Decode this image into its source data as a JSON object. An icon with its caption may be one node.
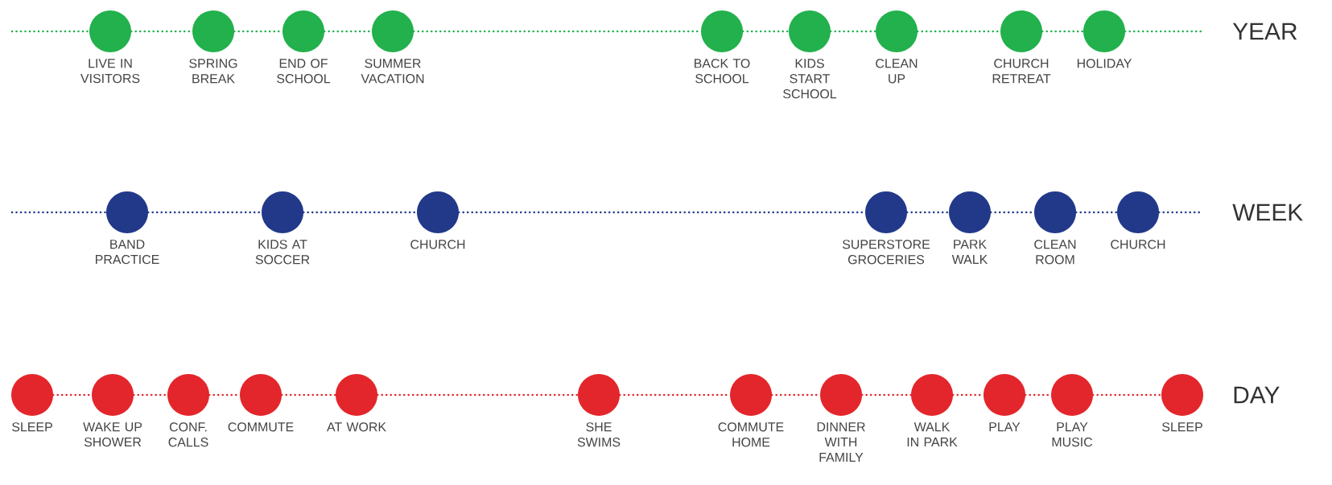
{
  "diagram": {
    "nodes": [
      {
        "text": [],
        "shape": "circle",
        "beside": [
          "LIVE IN VISITORS"
        ]
      },
      {
        "text": [],
        "shape": "circle",
        "beside": [
          "SPRING BREAK"
        ]
      },
      {
        "text": [],
        "shape": "circle",
        "beside": [
          "END OF SCHOOL"
        ]
      },
      {
        "text": [],
        "shape": "circle",
        "beside": [
          "SUMMER VACATION"
        ]
      },
      {
        "text": [],
        "shape": "circle",
        "beside": [
          "BACK TO SCHOOL"
        ]
      },
      {
        "text": [],
        "shape": "circle",
        "beside": [
          "KIDS START SCHOOL"
        ]
      },
      {
        "text": [],
        "shape": "circle",
        "beside": [
          "CLEAN UP"
        ]
      },
      {
        "text": [],
        "shape": "circle",
        "beside": [
          "CHURCH RETREAT"
        ]
      },
      {
        "text": [],
        "shape": "circle",
        "beside": [
          "HOLIDAY"
        ]
      },
      {
        "text": [],
        "shape": "circle",
        "beside": [
          "BAND PRACTICE"
        ]
      },
      {
        "text": [],
        "shape": "circle",
        "beside": [
          "KIDS AT SOCCER"
        ]
      },
      {
        "text": [],
        "shape": "circle",
        "beside": [
          "CHURCH"
        ]
      },
      {
        "text": [],
        "shape": "circle",
        "beside": [
          "SUPERSTORE GROCERIES"
        ]
      },
      {
        "text": [],
        "shape": "circle",
        "beside": [
          "PARK WALK"
        ]
      },
      {
        "text": [],
        "shape": "circle",
        "beside": [
          "CLEAN ROOM"
        ]
      },
      {
        "text": [],
        "shape": "circle",
        "beside": [
          "CHURCH"
        ]
      },
      {
        "text": [],
        "shape": "circle",
        "beside": [
          "SLEEP"
        ]
      },
      {
        "text": [],
        "shape": "circle",
        "beside": [
          "WAKE UP SHOWER"
        ]
      },
      {
        "text": [],
        "shape": "circle",
        "beside": [
          "CONF. CALLS"
        ]
      },
      {
        "text": [],
        "shape": "circle",
        "beside": [
          "COMMUTE"
        ]
      },
      {
        "text": [],
        "shape": "circle",
        "beside": [
          "AT WORK"
        ]
      },
      {
        "text": [],
        "shape": "circle",
        "beside": [
          "SHE SWIMS"
        ]
      },
      {
        "text": [],
        "shape": "circle",
        "beside": [
          "COMMUTE HOME"
        ]
      },
      {
        "text": [],
        "shape": "circle",
        "beside": [
          "DINNER WITH FAMILY"
        ]
      },
      {
        "text": [],
        "shape": "circle",
        "beside": [
          "WALK IN PARK"
        ]
      },
      {
        "text": [],
        "shape": "circle",
        "beside": [
          "PLAY"
        ]
      },
      {
        "text": [],
        "shape": "circle",
        "beside": [
          "PLAY MUSIC"
        ]
      },
      {
        "text": [],
        "shape": "circle",
        "beside": [
          "SLEEP"
        ]
      }
    ],
    "edges": [
      {
        "from": null,
        "to": 0,
        "arrow": "none",
        "color": "#22b14c"
      },
      {
        "from": 0,
        "to": 1,
        "arrow": "none",
        "color": "#22b14c"
      },
      {
        "from": 1,
        "to": 2,
        "arrow": "none",
        "color": "#22b14c"
      },
      {
        "from": 2,
        "to": 3,
        "arrow": "none",
        "color": "#22b14c"
      },
      {
        "from": 3,
        "to": 4,
        "arrow": "none",
        "color": "#22b14c"
      },
      {
        "from": 4,
        "to": 5,
        "arrow": "none",
        "color": "#22b14c"
      },
      {
        "from": 5,
        "to": 6,
        "arrow": "none",
        "color": "#22b14c"
      },
      {
        "from": 6,
        "to": 7,
        "arrow": "none",
        "color": "#22b14c"
      },
      {
        "from": 7,
        "to": 8,
        "arrow": "none",
        "color": "#22b14c"
      },
      {
        "from": 8,
        "to": null,
        "arrow": "none",
        "color": "#22b14c"
      },
      {
        "from": null,
        "to": 9,
        "arrow": "none",
        "color": "#22398a"
      },
      {
        "from": 9,
        "to": 10,
        "arrow": "none",
        "color": "#22398a"
      },
      {
        "from": 10,
        "to": 11,
        "arrow": "none",
        "color": "#22398a"
      },
      {
        "from": 11,
        "to": 12,
        "arrow": "none",
        "color": "#22398a"
      },
      {
        "from": 12,
        "to": 13,
        "arrow": "none",
        "color": "#22398a"
      },
      {
        "from": 13,
        "to": 14,
        "arrow": "none",
        "color": "#22398a"
      },
      {
        "from": 14,
        "to": 15,
        "arrow": "none",
        "color": "#22398a"
      },
      {
        "from": 15,
        "to": null,
        "arrow": "none",
        "color": "#22398a"
      },
      {
        "from": 16,
        "to": 17,
        "arrow": "none",
        "color": "#e3262b"
      },
      {
        "from": 17,
        "to": 18,
        "arrow": "none",
        "color": "#e3262b"
      },
      {
        "from": 18,
        "to": 19,
        "arrow": "none",
        "color": "#e3262b"
      },
      {
        "from": 19,
        "to": 20,
        "arrow": "none",
        "color": "#e3262b"
      },
      {
        "from": 20,
        "to": 21,
        "arrow": "none",
        "color": "#e3262b"
      },
      {
        "from": 21,
        "to": 22,
        "arrow": "none",
        "color": "#e3262b"
      },
      {
        "from": 22,
        "to": 23,
        "arrow": "none",
        "color": "#e3262b"
      },
      {
        "from": 23,
        "to": 24,
        "arrow": "none",
        "color": "#e3262b"
      },
      {
        "from": 24,
        "to": 25,
        "arrow": "none",
        "color": "#e3262b"
      },
      {
        "from": 25,
        "to": 26,
        "arrow": "none",
        "color": "#e3262b"
      },
      {
        "from": 26,
        "to": 27,
        "arrow": "none",
        "color": "#e3262b"
      }
    ],
    "labels": [
      "YEAR",
      "WEEK",
      "DAY"
    ]
  }
}
